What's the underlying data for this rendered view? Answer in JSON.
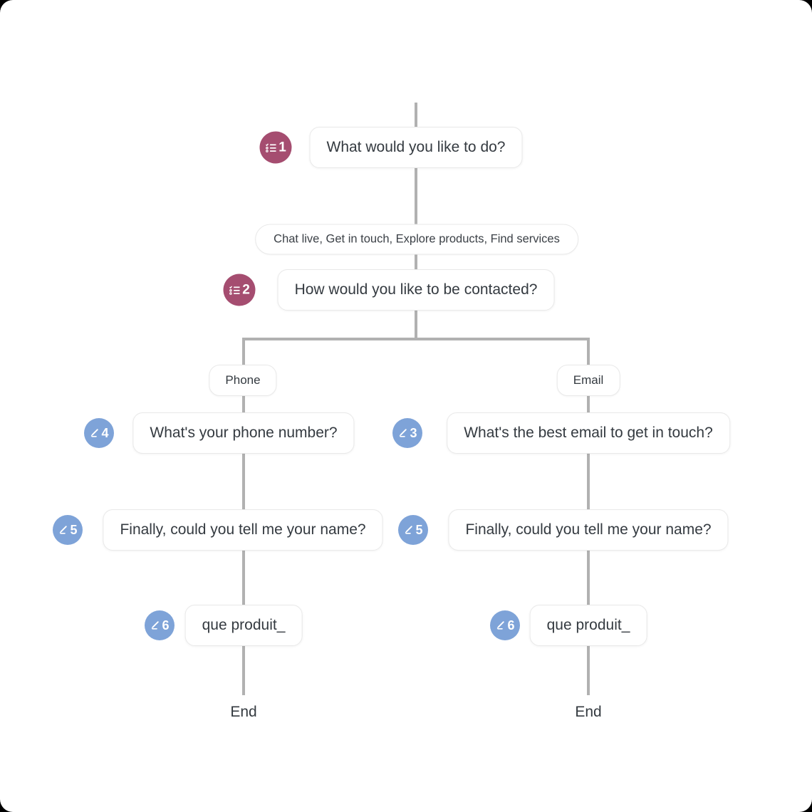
{
  "colors": {
    "group_badge": "#a54d70",
    "question_badge": "#7ea3d8",
    "connector": "#b1b1b1"
  },
  "flow": {
    "question_group_1": {
      "number": "1",
      "text": "What would you like to do?"
    },
    "options_pill": {
      "text": "Chat live, Get in touch, Explore products, Find services"
    },
    "question_group_2": {
      "number": "2",
      "text": "How would you like to be contacted?"
    },
    "branch_phone": {
      "label": "Phone"
    },
    "branch_email": {
      "label": "Email"
    },
    "question_phone_number": {
      "number": "4",
      "text": "What's your phone number?"
    },
    "question_best_email": {
      "number": "3",
      "text": "What's the best email to get in touch?"
    },
    "question_name_left": {
      "number": "5",
      "text": "Finally, could you tell me your name?"
    },
    "question_name_right": {
      "number": "5",
      "text": "Finally, could you tell me your name?"
    },
    "question_product_left": {
      "number": "6",
      "text": "que produit_"
    },
    "question_product_right": {
      "number": "6",
      "text": "que produit_"
    },
    "end_left": {
      "label": "End"
    },
    "end_right": {
      "label": "End"
    }
  }
}
